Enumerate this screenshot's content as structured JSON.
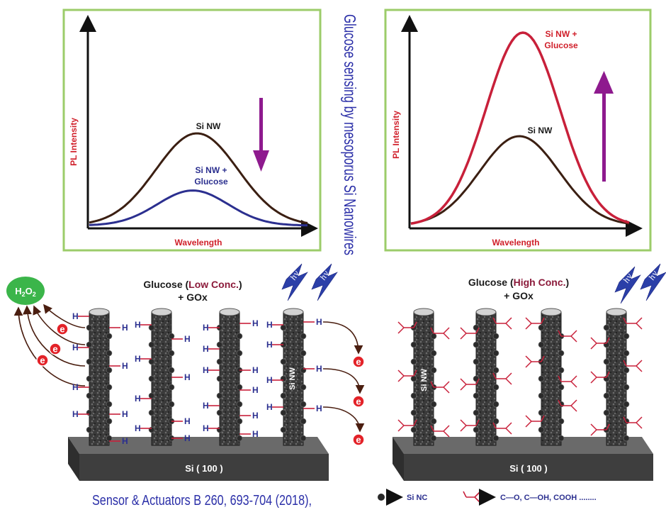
{
  "title_vertical": "Glucose sensing by mesoporus Si Nanowires",
  "citation": "Sensor & Actuators B 260, 693-704 (2018),",
  "colors": {
    "panel_border": "#9ccc6a",
    "si_nw_curve": "#3b1f12",
    "glucose_low_curve": "#2b2f8f",
    "glucose_high_curve": "#c8203a",
    "arrow_purple": "#8e1a8e",
    "electron": "#e32228",
    "h2o2": "#3bb54a",
    "substrate": "#4a4a4a"
  },
  "chart_data": [
    {
      "type": "line",
      "xlabel": "Wavelength",
      "ylabel": "PL Intensity",
      "series": [
        {
          "name": "Si NW",
          "peak": 1.0
        },
        {
          "name": "Si NW + Glucose",
          "peak": 0.38
        }
      ],
      "trend": "decrease"
    },
    {
      "type": "line",
      "xlabel": "Wavelength",
      "ylabel": "PL Intensity",
      "series": [
        {
          "name": "Si NW",
          "peak": 1.0
        },
        {
          "name": "Si NW + Glucose",
          "peak": 2.0
        }
      ],
      "trend": "increase"
    }
  ],
  "left_chart": {
    "xlabel": "Wavelength",
    "ylabel": "PL Intensity",
    "label_sinw": "Si NW",
    "label_glucose_1": "Si NW +",
    "label_glucose_2": "Glucose"
  },
  "right_chart": {
    "xlabel": "Wavelength",
    "ylabel": "PL Intensity",
    "label_sinw": "Si NW",
    "label_glucose_1": "Si NW +",
    "label_glucose_2": "Glucose"
  },
  "left_scene": {
    "heading_pre": "Glucose (",
    "heading_conc": "Low Conc.",
    "heading_post": ")",
    "heading_line2": "+ GOx",
    "h2o2_H": "H",
    "h2o2_2a": "2",
    "h2o2_O": "O",
    "h2o2_2b": "2",
    "wire_label": "Si NW",
    "substrate_label": "Si ( 100 )",
    "hydrogen": "H",
    "electron": "e",
    "photon": "hv"
  },
  "right_scene": {
    "heading_pre": "Glucose (",
    "heading_conc": "High Conc.",
    "heading_post": ")",
    "heading_line2": "+ GOx",
    "wire_label": "Si NW",
    "substrate_label": "Si ( 100 )",
    "photon": "hv"
  },
  "legend": {
    "si_nc": "Si NC",
    "groups": "C—O, C—OH,  COOH ........"
  }
}
